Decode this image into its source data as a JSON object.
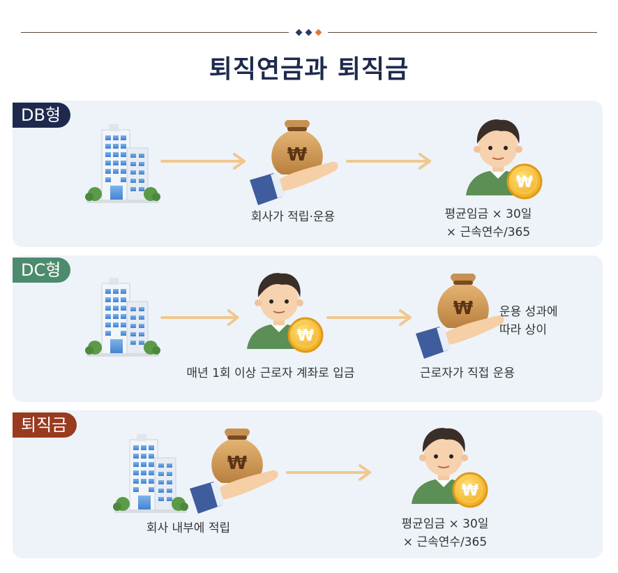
{
  "title": "퇴직연금과 퇴직금",
  "colors": {
    "navy": "#1e2a4d",
    "green": "#4c8b6d",
    "rust": "#9a3a1f",
    "panel": "#eef3f9",
    "arrow": "#f0c88e"
  },
  "sections": [
    {
      "id": "db",
      "label": "DB형",
      "captions": [
        "회사가 적립·운용",
        "평균임금 × 30일",
        "× 근속연수/365"
      ]
    },
    {
      "id": "dc",
      "label": "DC형",
      "captions": [
        "매년 1회 이상 근로자 계좌로 입금",
        "근로자가 직접 운용",
        "운용 성과에",
        "따라 상이"
      ]
    },
    {
      "id": "severance",
      "label": "퇴직금",
      "captions": [
        "회사 내부에 적립",
        "평균임금 × 30일",
        "× 근속연수/365"
      ]
    }
  ],
  "icons": [
    "company-building-icon",
    "money-bag-hand-icon",
    "worker-coin-icon",
    "arrow-right-icon"
  ]
}
